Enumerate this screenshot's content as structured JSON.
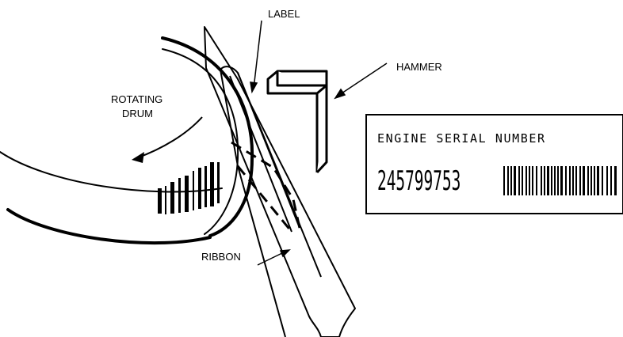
{
  "labels": {
    "label": "LABEL",
    "hammer": "HAMMER",
    "rotating": "ROTATING",
    "drum": "DRUM",
    "ribbon": "RIBBON"
  },
  "sample_label": {
    "title": "ENGINE SERIAL NUMBER",
    "serial": "245799753"
  },
  "colors": {
    "ink": "#000000",
    "paper": "#ffffff"
  }
}
